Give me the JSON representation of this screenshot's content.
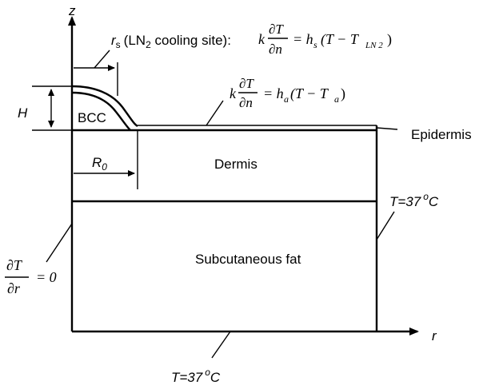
{
  "axes": {
    "z": "z",
    "r": "r"
  },
  "labels": {
    "rs_main": "r",
    "rs_sub": "s",
    "rs_paren_open": "(LN",
    "rs_ln2_sub": "2",
    "rs_paren_close": " cooling site):",
    "h_height": "H",
    "bcc": "BCC",
    "r0_main": "R",
    "r0_sub": "0",
    "dermis": "Dermis",
    "epidermis": "Epidermis",
    "subcutaneous": "Subcutaneous fat",
    "temp_right": "T=37",
    "temp_bottom": "T=37",
    "deg_o": "o",
    "deg_c": "C"
  },
  "equations": {
    "top_k": "k",
    "top_num": "∂T",
    "top_den": "∂n",
    "top_rhs": "= h",
    "top_rhs_sub": "s",
    "top_paren": "(T − T",
    "top_paren_sub": "LN 2",
    "top_close": ")",
    "mid_k": "k",
    "mid_num": "∂T",
    "mid_den": "∂n",
    "mid_rhs": "= h",
    "mid_rhs_sub": "a",
    "mid_paren": "(T − T",
    "mid_paren_sub": "a",
    "mid_close": ")",
    "left_num": "∂T",
    "left_den": "∂r",
    "left_rhs": "= 0"
  }
}
